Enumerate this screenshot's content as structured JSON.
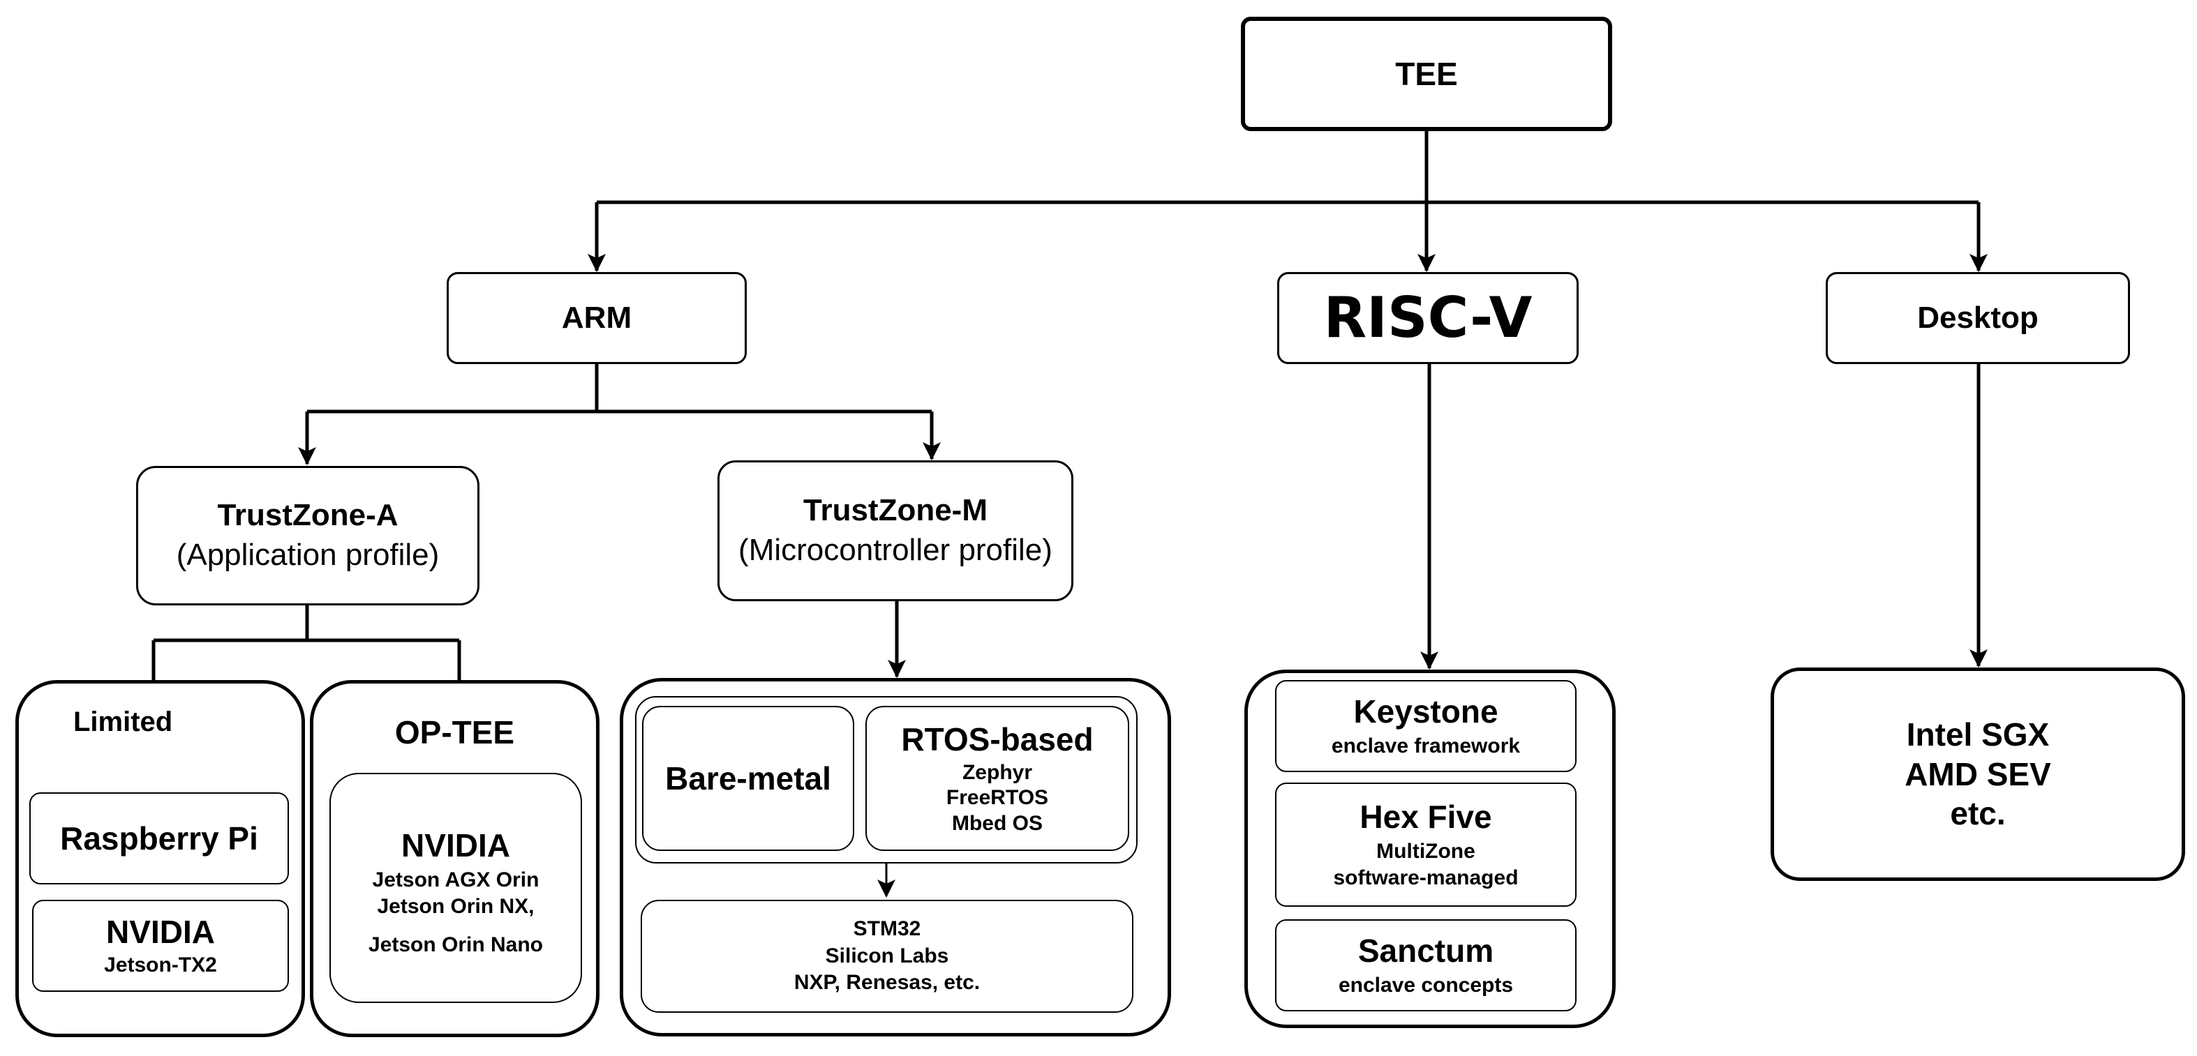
{
  "tee": "TEE",
  "arm": "ARM",
  "riscv": "RISC-V",
  "desktop": "Desktop",
  "tz_a": {
    "title": "TrustZone-A",
    "subtitle": "(Application profile)"
  },
  "tz_m": {
    "title": "TrustZone-M",
    "subtitle": "(Microcontroller profile)"
  },
  "limited": {
    "title": "Limited",
    "raspberry": "Raspberry Pi",
    "nvidia": "NVIDIA",
    "nvidia_model": "Jetson-TX2"
  },
  "optee": {
    "title": "OP-TEE",
    "nvidia": "NVIDIA",
    "models": [
      "Jetson AGX Orin",
      "Jetson Orin NX,",
      "Jetson Orin Nano"
    ]
  },
  "tzm_group": {
    "baremetal": "Bare-metal",
    "rtos_title": "RTOS-based",
    "rtos_items": [
      "Zephyr",
      "FreeRTOS",
      "Mbed OS"
    ],
    "vendors": [
      "STM32",
      "Silicon Labs",
      "NXP, Renesas, etc."
    ]
  },
  "riscv_group": {
    "keystone": {
      "title": "Keystone",
      "desc": "enclave framework"
    },
    "hexfive": {
      "title": "Hex Five",
      "desc": [
        "MultiZone",
        "software-managed"
      ]
    },
    "sanctum": {
      "title": "Sanctum",
      "desc": "enclave concepts"
    }
  },
  "desktop_group": [
    "Intel SGX",
    "AMD SEV",
    "etc."
  ]
}
